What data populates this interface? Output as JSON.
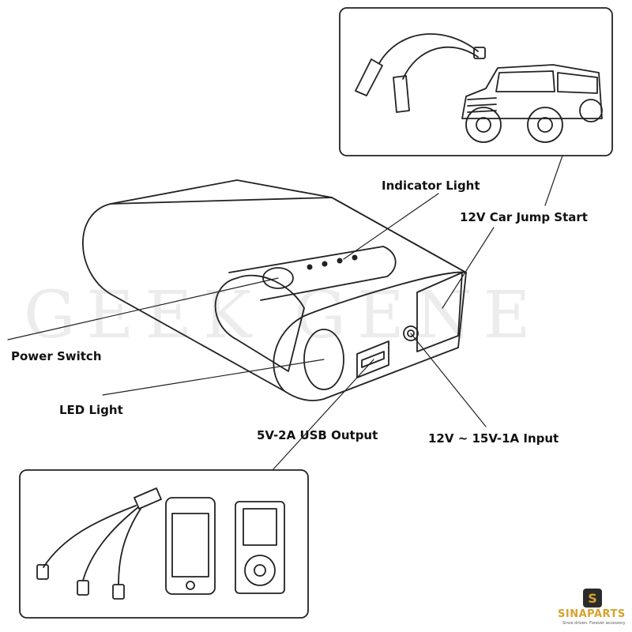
{
  "labels": {
    "indicator_light": "Indicator Light",
    "car_jump_start": "12V Car Jump Start",
    "power_switch": "Power Switch",
    "led_light": "LED Light",
    "usb_output": "5V-2A USB Output",
    "input": "12V ~ 15V-1A Input"
  },
  "watermark": "GEEK GENE",
  "logo": {
    "name": "SINAPARTS",
    "tagline": "Since driven. Forever accessory"
  }
}
